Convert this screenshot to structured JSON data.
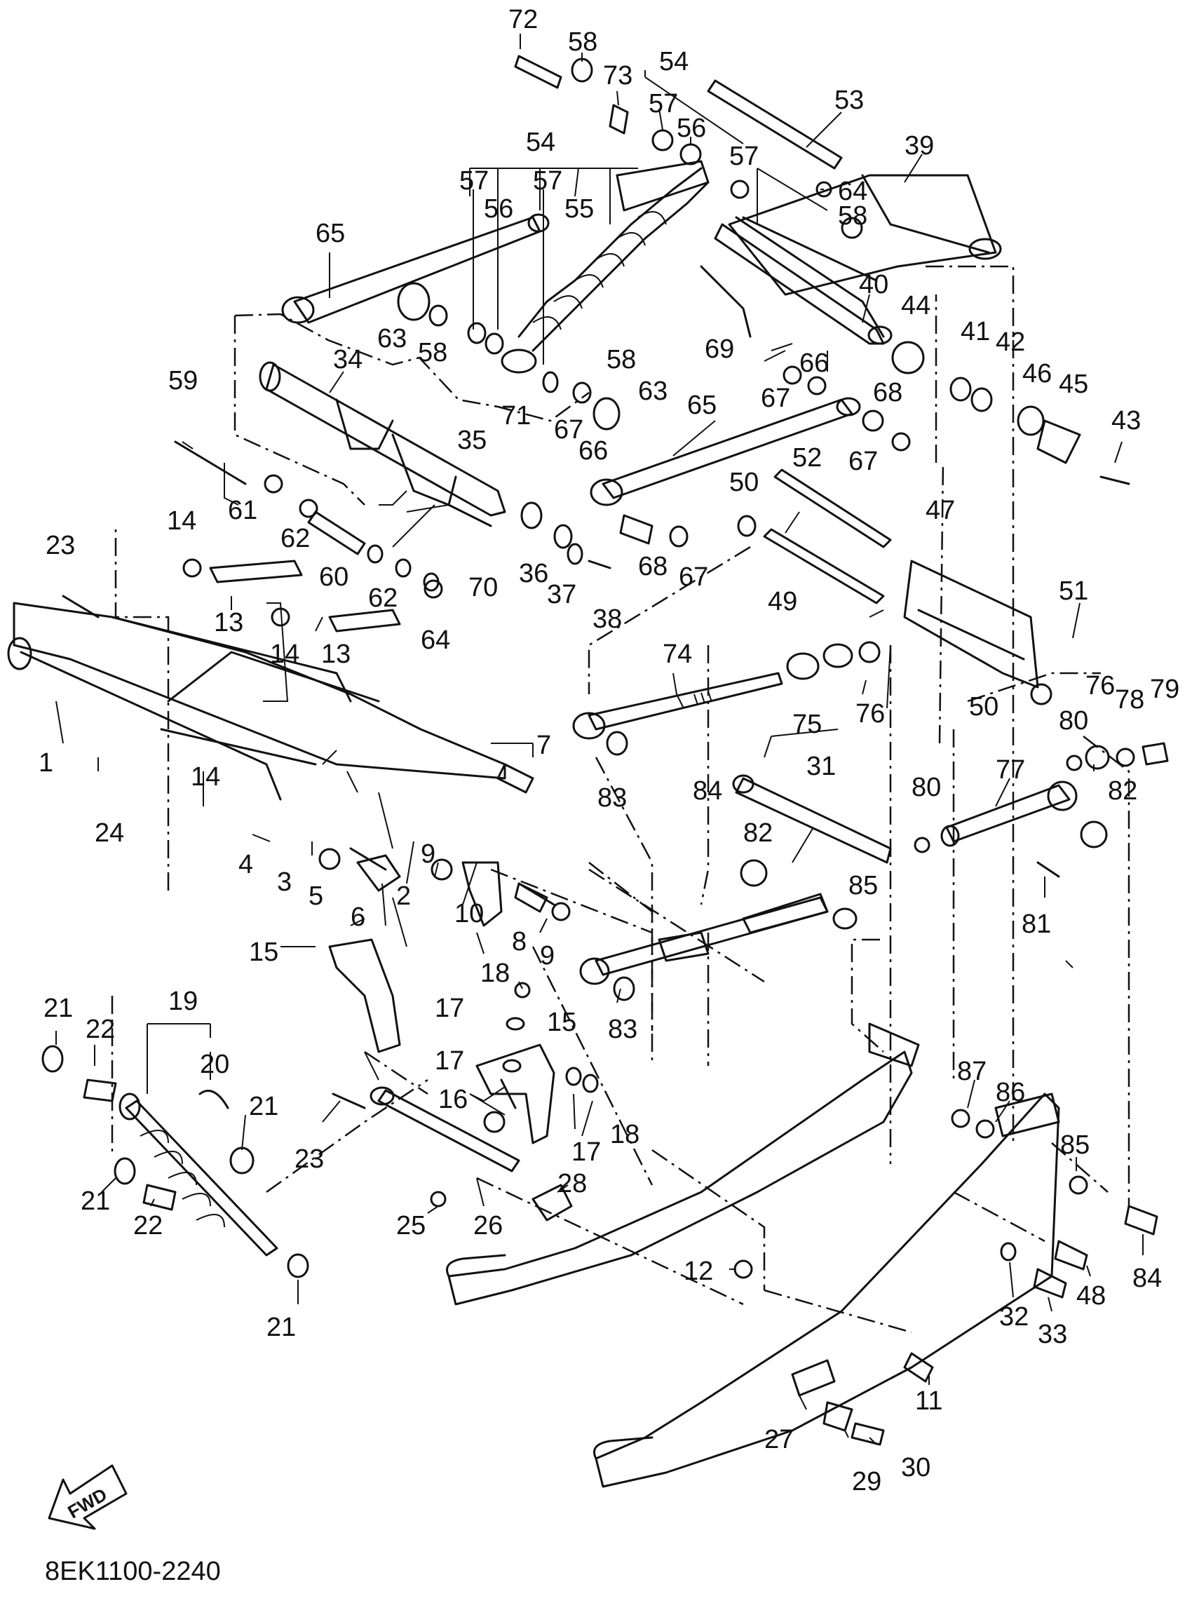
{
  "diagram": {
    "drawing_code": "8EK1100-2240",
    "fwd_label": "FWD",
    "callouts": [
      {
        "id": "c72",
        "label": "72"
      },
      {
        "id": "c58a",
        "label": "58"
      },
      {
        "id": "c73",
        "label": "73"
      },
      {
        "id": "c54a",
        "label": "54"
      },
      {
        "id": "c57a",
        "label": "57"
      },
      {
        "id": "c56a",
        "label": "56"
      },
      {
        "id": "c53",
        "label": "53"
      },
      {
        "id": "c54b",
        "label": "54"
      },
      {
        "id": "c57b",
        "label": "57"
      },
      {
        "id": "c64a",
        "label": "64"
      },
      {
        "id": "c39",
        "label": "39"
      },
      {
        "id": "c57c",
        "label": "57"
      },
      {
        "id": "c56b",
        "label": "56"
      },
      {
        "id": "c57d",
        "label": "57"
      },
      {
        "id": "c55",
        "label": "55"
      },
      {
        "id": "c58b",
        "label": "58"
      },
      {
        "id": "c65a",
        "label": "65"
      },
      {
        "id": "c63a",
        "label": "63"
      },
      {
        "id": "c58c",
        "label": "58"
      },
      {
        "id": "c40",
        "label": "40"
      },
      {
        "id": "c44",
        "label": "44"
      },
      {
        "id": "c41",
        "label": "41"
      },
      {
        "id": "c42",
        "label": "42"
      },
      {
        "id": "c69",
        "label": "69"
      },
      {
        "id": "c66a",
        "label": "66"
      },
      {
        "id": "c46",
        "label": "46"
      },
      {
        "id": "c45",
        "label": "45"
      },
      {
        "id": "c43",
        "label": "43"
      },
      {
        "id": "c34",
        "label": "34"
      },
      {
        "id": "c58d",
        "label": "58"
      },
      {
        "id": "c63b",
        "label": "63"
      },
      {
        "id": "c67a",
        "label": "67"
      },
      {
        "id": "c68a",
        "label": "68"
      },
      {
        "id": "c59",
        "label": "59"
      },
      {
        "id": "c71",
        "label": "71"
      },
      {
        "id": "c67b",
        "label": "67"
      },
      {
        "id": "c65b",
        "label": "65"
      },
      {
        "id": "c35",
        "label": "35"
      },
      {
        "id": "c66b",
        "label": "66"
      },
      {
        "id": "c67c",
        "label": "67"
      },
      {
        "id": "c52",
        "label": "52"
      },
      {
        "id": "c50a",
        "label": "50"
      },
      {
        "id": "c61",
        "label": "61"
      },
      {
        "id": "c62a",
        "label": "62"
      },
      {
        "id": "c14a",
        "label": "14"
      },
      {
        "id": "c47",
        "label": "47"
      },
      {
        "id": "c23a",
        "label": "23"
      },
      {
        "id": "c60",
        "label": "60"
      },
      {
        "id": "c70",
        "label": "70"
      },
      {
        "id": "c36",
        "label": "36"
      },
      {
        "id": "c37",
        "label": "37"
      },
      {
        "id": "c38",
        "label": "38"
      },
      {
        "id": "c68b",
        "label": "68"
      },
      {
        "id": "c67d",
        "label": "67"
      },
      {
        "id": "c62b",
        "label": "62"
      },
      {
        "id": "c13a",
        "label": "13"
      },
      {
        "id": "c49",
        "label": "49"
      },
      {
        "id": "c51",
        "label": "51"
      },
      {
        "id": "c14b",
        "label": "14"
      },
      {
        "id": "c13b",
        "label": "13"
      },
      {
        "id": "c64b",
        "label": "64"
      },
      {
        "id": "c74",
        "label": "74"
      },
      {
        "id": "c76a",
        "label": "76"
      },
      {
        "id": "c75",
        "label": "75"
      },
      {
        "id": "c50b",
        "label": "50"
      },
      {
        "id": "c76b",
        "label": "76"
      },
      {
        "id": "c78",
        "label": "78"
      },
      {
        "id": "c79",
        "label": "79"
      },
      {
        "id": "c1",
        "label": "1"
      },
      {
        "id": "c7",
        "label": "7"
      },
      {
        "id": "c80a",
        "label": "80"
      },
      {
        "id": "c14c",
        "label": "14"
      },
      {
        "id": "c24",
        "label": "24"
      },
      {
        "id": "c83a",
        "label": "83"
      },
      {
        "id": "c31",
        "label": "31"
      },
      {
        "id": "c77",
        "label": "77"
      },
      {
        "id": "c80b",
        "label": "80"
      },
      {
        "id": "c82a",
        "label": "82"
      },
      {
        "id": "c84a",
        "label": "84"
      },
      {
        "id": "c9a",
        "label": "9"
      },
      {
        "id": "c4",
        "label": "4"
      },
      {
        "id": "c3",
        "label": "3"
      },
      {
        "id": "c82b",
        "label": "82"
      },
      {
        "id": "c5",
        "label": "5"
      },
      {
        "id": "c2",
        "label": "2"
      },
      {
        "id": "c10",
        "label": "10"
      },
      {
        "id": "c6",
        "label": "6"
      },
      {
        "id": "c85a",
        "label": "85"
      },
      {
        "id": "c81",
        "label": "81"
      },
      {
        "id": "c8",
        "label": "8"
      },
      {
        "id": "c9b",
        "label": "9"
      },
      {
        "id": "c15a",
        "label": "15"
      },
      {
        "id": "c18a",
        "label": "18"
      },
      {
        "id": "c83b",
        "label": "83"
      },
      {
        "id": "c21a",
        "label": "21"
      },
      {
        "id": "c19",
        "label": "19"
      },
      {
        "id": "c17a",
        "label": "17"
      },
      {
        "id": "c15b",
        "label": "15"
      },
      {
        "id": "c22a",
        "label": "22"
      },
      {
        "id": "c20",
        "label": "20"
      },
      {
        "id": "c17b",
        "label": "17"
      },
      {
        "id": "c87",
        "label": "87"
      },
      {
        "id": "c86",
        "label": "86"
      },
      {
        "id": "c16",
        "label": "16"
      },
      {
        "id": "c18b",
        "label": "18"
      },
      {
        "id": "c21b",
        "label": "21"
      },
      {
        "id": "c23b",
        "label": "23"
      },
      {
        "id": "c17c",
        "label": "17"
      },
      {
        "id": "c85b",
        "label": "85"
      },
      {
        "id": "c28",
        "label": "28"
      },
      {
        "id": "c21c",
        "label": "21"
      },
      {
        "id": "c22b",
        "label": "22"
      },
      {
        "id": "c26",
        "label": "26"
      },
      {
        "id": "c25",
        "label": "25"
      },
      {
        "id": "c84b",
        "label": "84"
      },
      {
        "id": "c48",
        "label": "48"
      },
      {
        "id": "c32",
        "label": "32"
      },
      {
        "id": "c12",
        "label": "12"
      },
      {
        "id": "c33",
        "label": "33"
      },
      {
        "id": "c21d",
        "label": "21"
      },
      {
        "id": "c11",
        "label": "11"
      },
      {
        "id": "c27",
        "label": "27"
      },
      {
        "id": "c30",
        "label": "30"
      },
      {
        "id": "c29",
        "label": "29"
      }
    ]
  }
}
